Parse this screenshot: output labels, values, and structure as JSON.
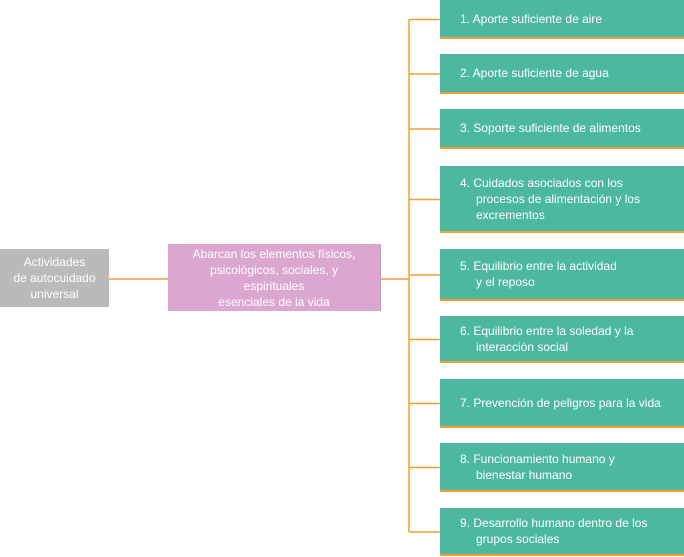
{
  "root": {
    "lines": [
      "Actividades",
      "de autocuidado",
      "universal"
    ]
  },
  "middle": {
    "lines": [
      "Abarcan los elementos físicos,",
      "psicológicos, sociales, y espirituales",
      "esenciales de la vida"
    ]
  },
  "items": [
    {
      "lines": [
        "1. Aporte suficiente de aire"
      ]
    },
    {
      "lines": [
        "2. Aporte suficiente de agua"
      ]
    },
    {
      "lines": [
        "3. Soporte suficiente de alimentos"
      ]
    },
    {
      "lines": [
        "4. Cuidados asociados con los",
        "procesos de alimentación y los",
        "excrementos"
      ]
    },
    {
      "lines": [
        "5. Equilibrio entre la actividad",
        "y el reposo"
      ]
    },
    {
      "lines": [
        "6. Equilibrio entre la soledad y la",
        "interacción social"
      ]
    },
    {
      "lines": [
        "7. Prevención de peligros para la vida"
      ]
    },
    {
      "lines": [
        "8. Funcionamiento humano y",
        "bienestar humano"
      ]
    },
    {
      "lines": [
        "9. Desarrollo humano dentro de los",
        "grupos sociales"
      ]
    }
  ],
  "colors": {
    "root": "#bcbab8",
    "middle": "#dba7d1",
    "leaf": "#4db8a0",
    "connector": "#f0a030"
  }
}
